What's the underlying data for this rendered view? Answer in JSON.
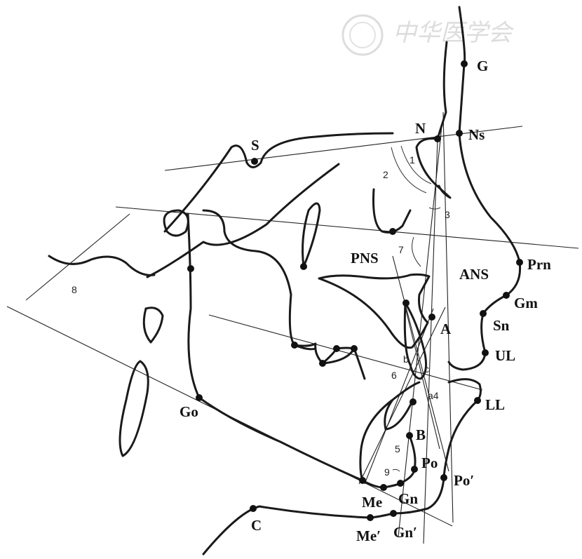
{
  "watermark": {
    "text": "中华医学会"
  },
  "landmarks": {
    "G": "G",
    "N": "N",
    "Ns": "Ns",
    "S": "S",
    "PNS": "PNS",
    "ANS": "ANS",
    "Prn": "Prn",
    "Gm": "Gm",
    "Sn": "Sn",
    "A": "A",
    "UL": "UL",
    "LL": "LL",
    "Go": "Go",
    "B": "B",
    "Po": "Po",
    "Po_soft": "Po′",
    "Me": "Me",
    "Gn": "Gn",
    "Me_soft": "Me′",
    "Gn_soft": "Gn′",
    "C": "C"
  },
  "angle_labels": {
    "a1": "1",
    "a2": "2",
    "a3": "3",
    "a4": "a4",
    "a5": "5",
    "a6": "6",
    "a7": "7",
    "a8": "8",
    "a9": "9",
    "b": "b",
    "c": "c"
  }
}
